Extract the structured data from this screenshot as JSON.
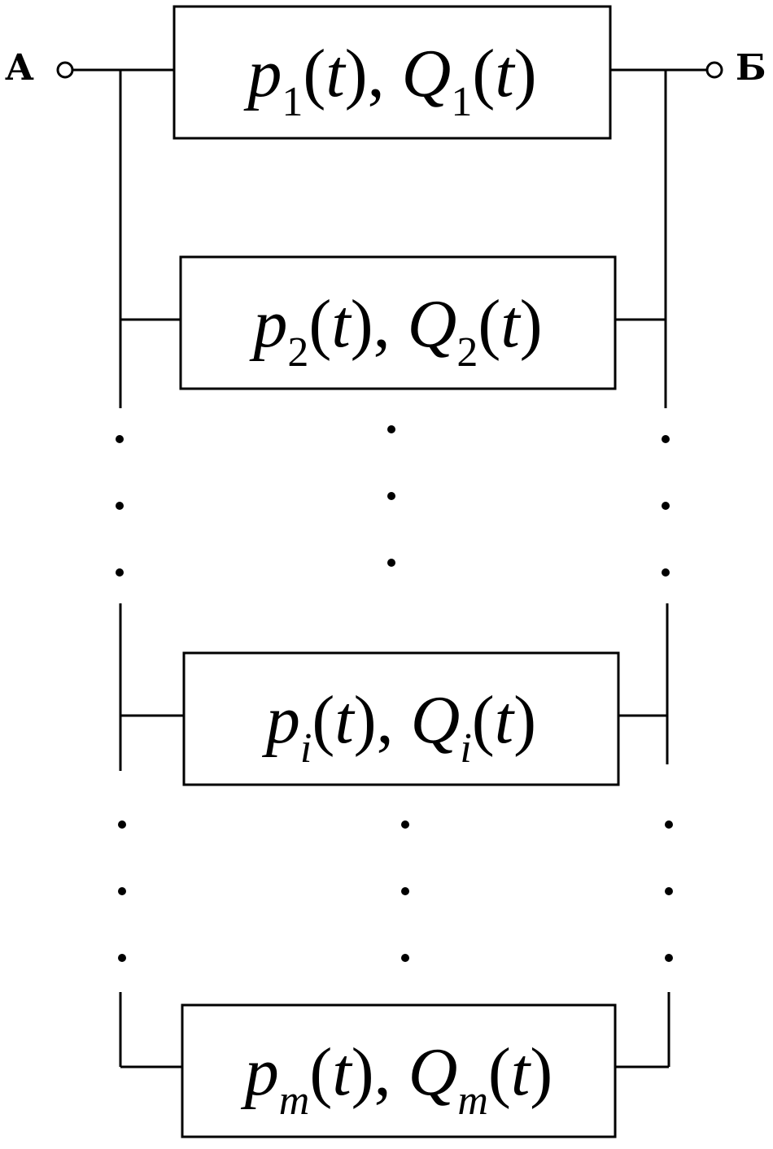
{
  "terminals": {
    "left": "А",
    "right": "Б"
  },
  "blocks": [
    {
      "p": "p",
      "q": "Q",
      "index": "1",
      "arg": "t",
      "index_style": "upright"
    },
    {
      "p": "p",
      "q": "Q",
      "index": "2",
      "arg": "t",
      "index_style": "upright"
    },
    {
      "p": "p",
      "q": "Q",
      "index": "i",
      "arg": "t",
      "index_style": "italic"
    },
    {
      "p": "p",
      "q": "Q",
      "index": "m",
      "arg": "t",
      "index_style": "italic"
    }
  ]
}
